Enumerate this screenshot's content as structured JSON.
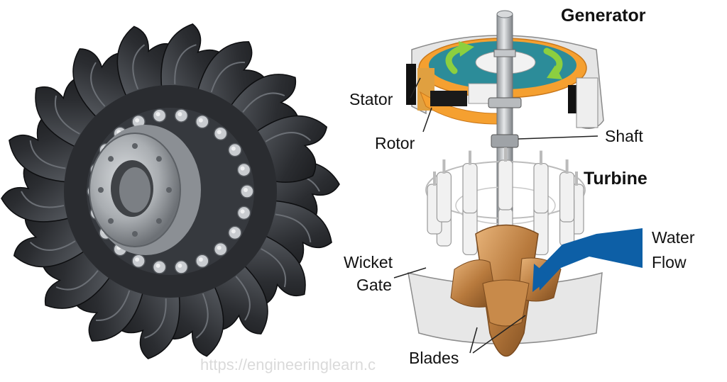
{
  "labels": {
    "generator": "Generator",
    "turbine": "Turbine",
    "stator": "Stator",
    "rotor": "Rotor",
    "shaft": "Shaft",
    "water": "Water",
    "flow": "Flow",
    "wicket": "Wicket",
    "gate": "Gate",
    "blades": "Blades"
  },
  "watermark": "https://engineeringlearn.c",
  "colors": {
    "runner_dark": "#222427",
    "runner_mid": "#3a3d42",
    "hub_steel": "#a9adb1",
    "blade_bronze": "#b87a3d",
    "rotor_orange": "#f5a030",
    "rotor_teal": "#2c8c99",
    "arrow_green": "#8ccf3f",
    "water_blue": "#0d5fa6"
  }
}
